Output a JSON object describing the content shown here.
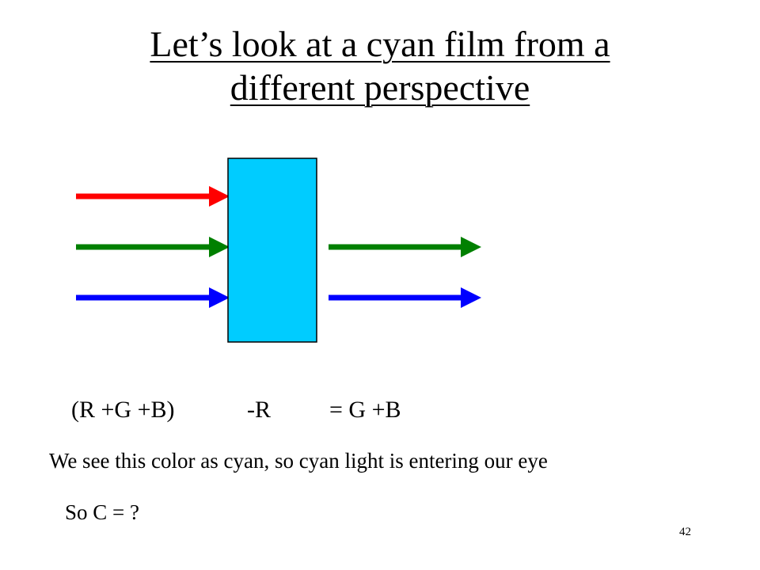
{
  "slide": {
    "title_line1": "Let’s look at a cyan film from a",
    "title_line2": "different perspective",
    "equation": {
      "input": "(R +G +B)",
      "minus": "-R",
      "result": "= G +B"
    },
    "observation": "We see this color as cyan, so cyan light is entering our eye",
    "question": "So C = ?",
    "page_number": "42"
  },
  "colors": {
    "red": "#ff0000",
    "green": "#008000",
    "blue": "#0000ff",
    "cyan_film": "#00ccff",
    "film_border": "#000000"
  }
}
